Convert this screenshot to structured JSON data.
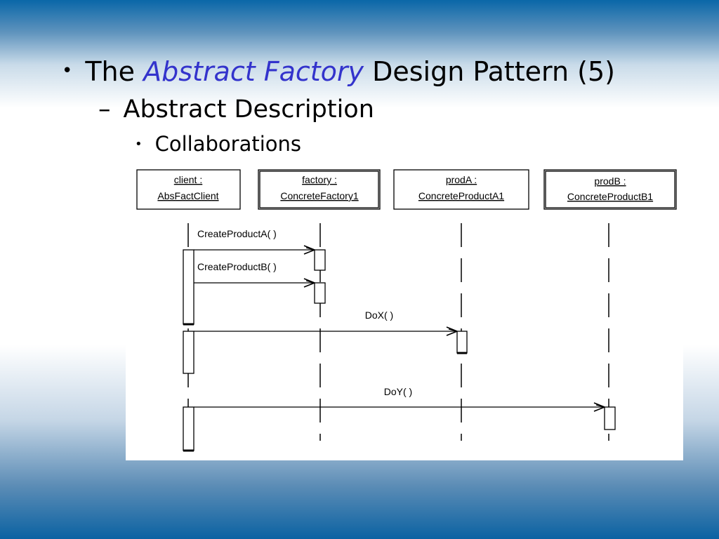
{
  "slide": {
    "title_prefix": "The",
    "title_emphasis": "Abstract Factory",
    "title_suffix": "Design Pattern (5)",
    "subtitle": "Abstract Description",
    "subsubtitle": "Collaborations",
    "accent_color": "#3333cc"
  },
  "bullets": {
    "level1": "•",
    "level2": "–",
    "level3": "•"
  },
  "diagram": {
    "objects": [
      {
        "line1": "client :",
        "line2": "AbsFactClient"
      },
      {
        "line1": "factory :",
        "line2": "ConcreteFactory1"
      },
      {
        "line1": "prodA :",
        "line2": "ConcreteProductA1"
      },
      {
        "line1": "prodB :",
        "line2": "ConcreteProductB1"
      }
    ],
    "messages": [
      {
        "label": "CreateProductA( )"
      },
      {
        "label": "CreateProductB( )"
      },
      {
        "label": "DoX( )"
      },
      {
        "label": "DoY( )"
      }
    ]
  }
}
